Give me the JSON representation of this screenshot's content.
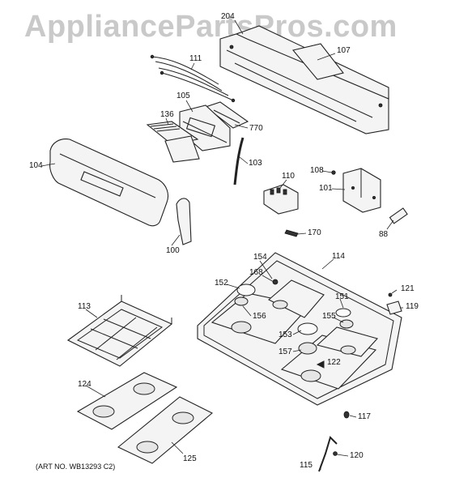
{
  "watermark": "AppliancePartsPros.com",
  "art_number": "(ART NO. WB13293 C2)",
  "callouts": {
    "p204": "204",
    "p107": "107",
    "p111": "111",
    "p105": "105",
    "p136": "136",
    "p770": "770",
    "p104": "104",
    "p103": "103",
    "p108": "108",
    "p110": "110",
    "p101": "101",
    "p100": "100",
    "p170": "170",
    "p88": "88",
    "p114": "114",
    "p154": "154",
    "p168": "168",
    "p152": "152",
    "p121": "121",
    "p113": "113",
    "p156": "156",
    "p151": "151",
    "p119": "119",
    "p155": "155",
    "p153": "153",
    "p157": "157",
    "p122": "122",
    "p124": "124",
    "p117": "117",
    "p115": "115",
    "p120": "120",
    "p125": "125"
  }
}
